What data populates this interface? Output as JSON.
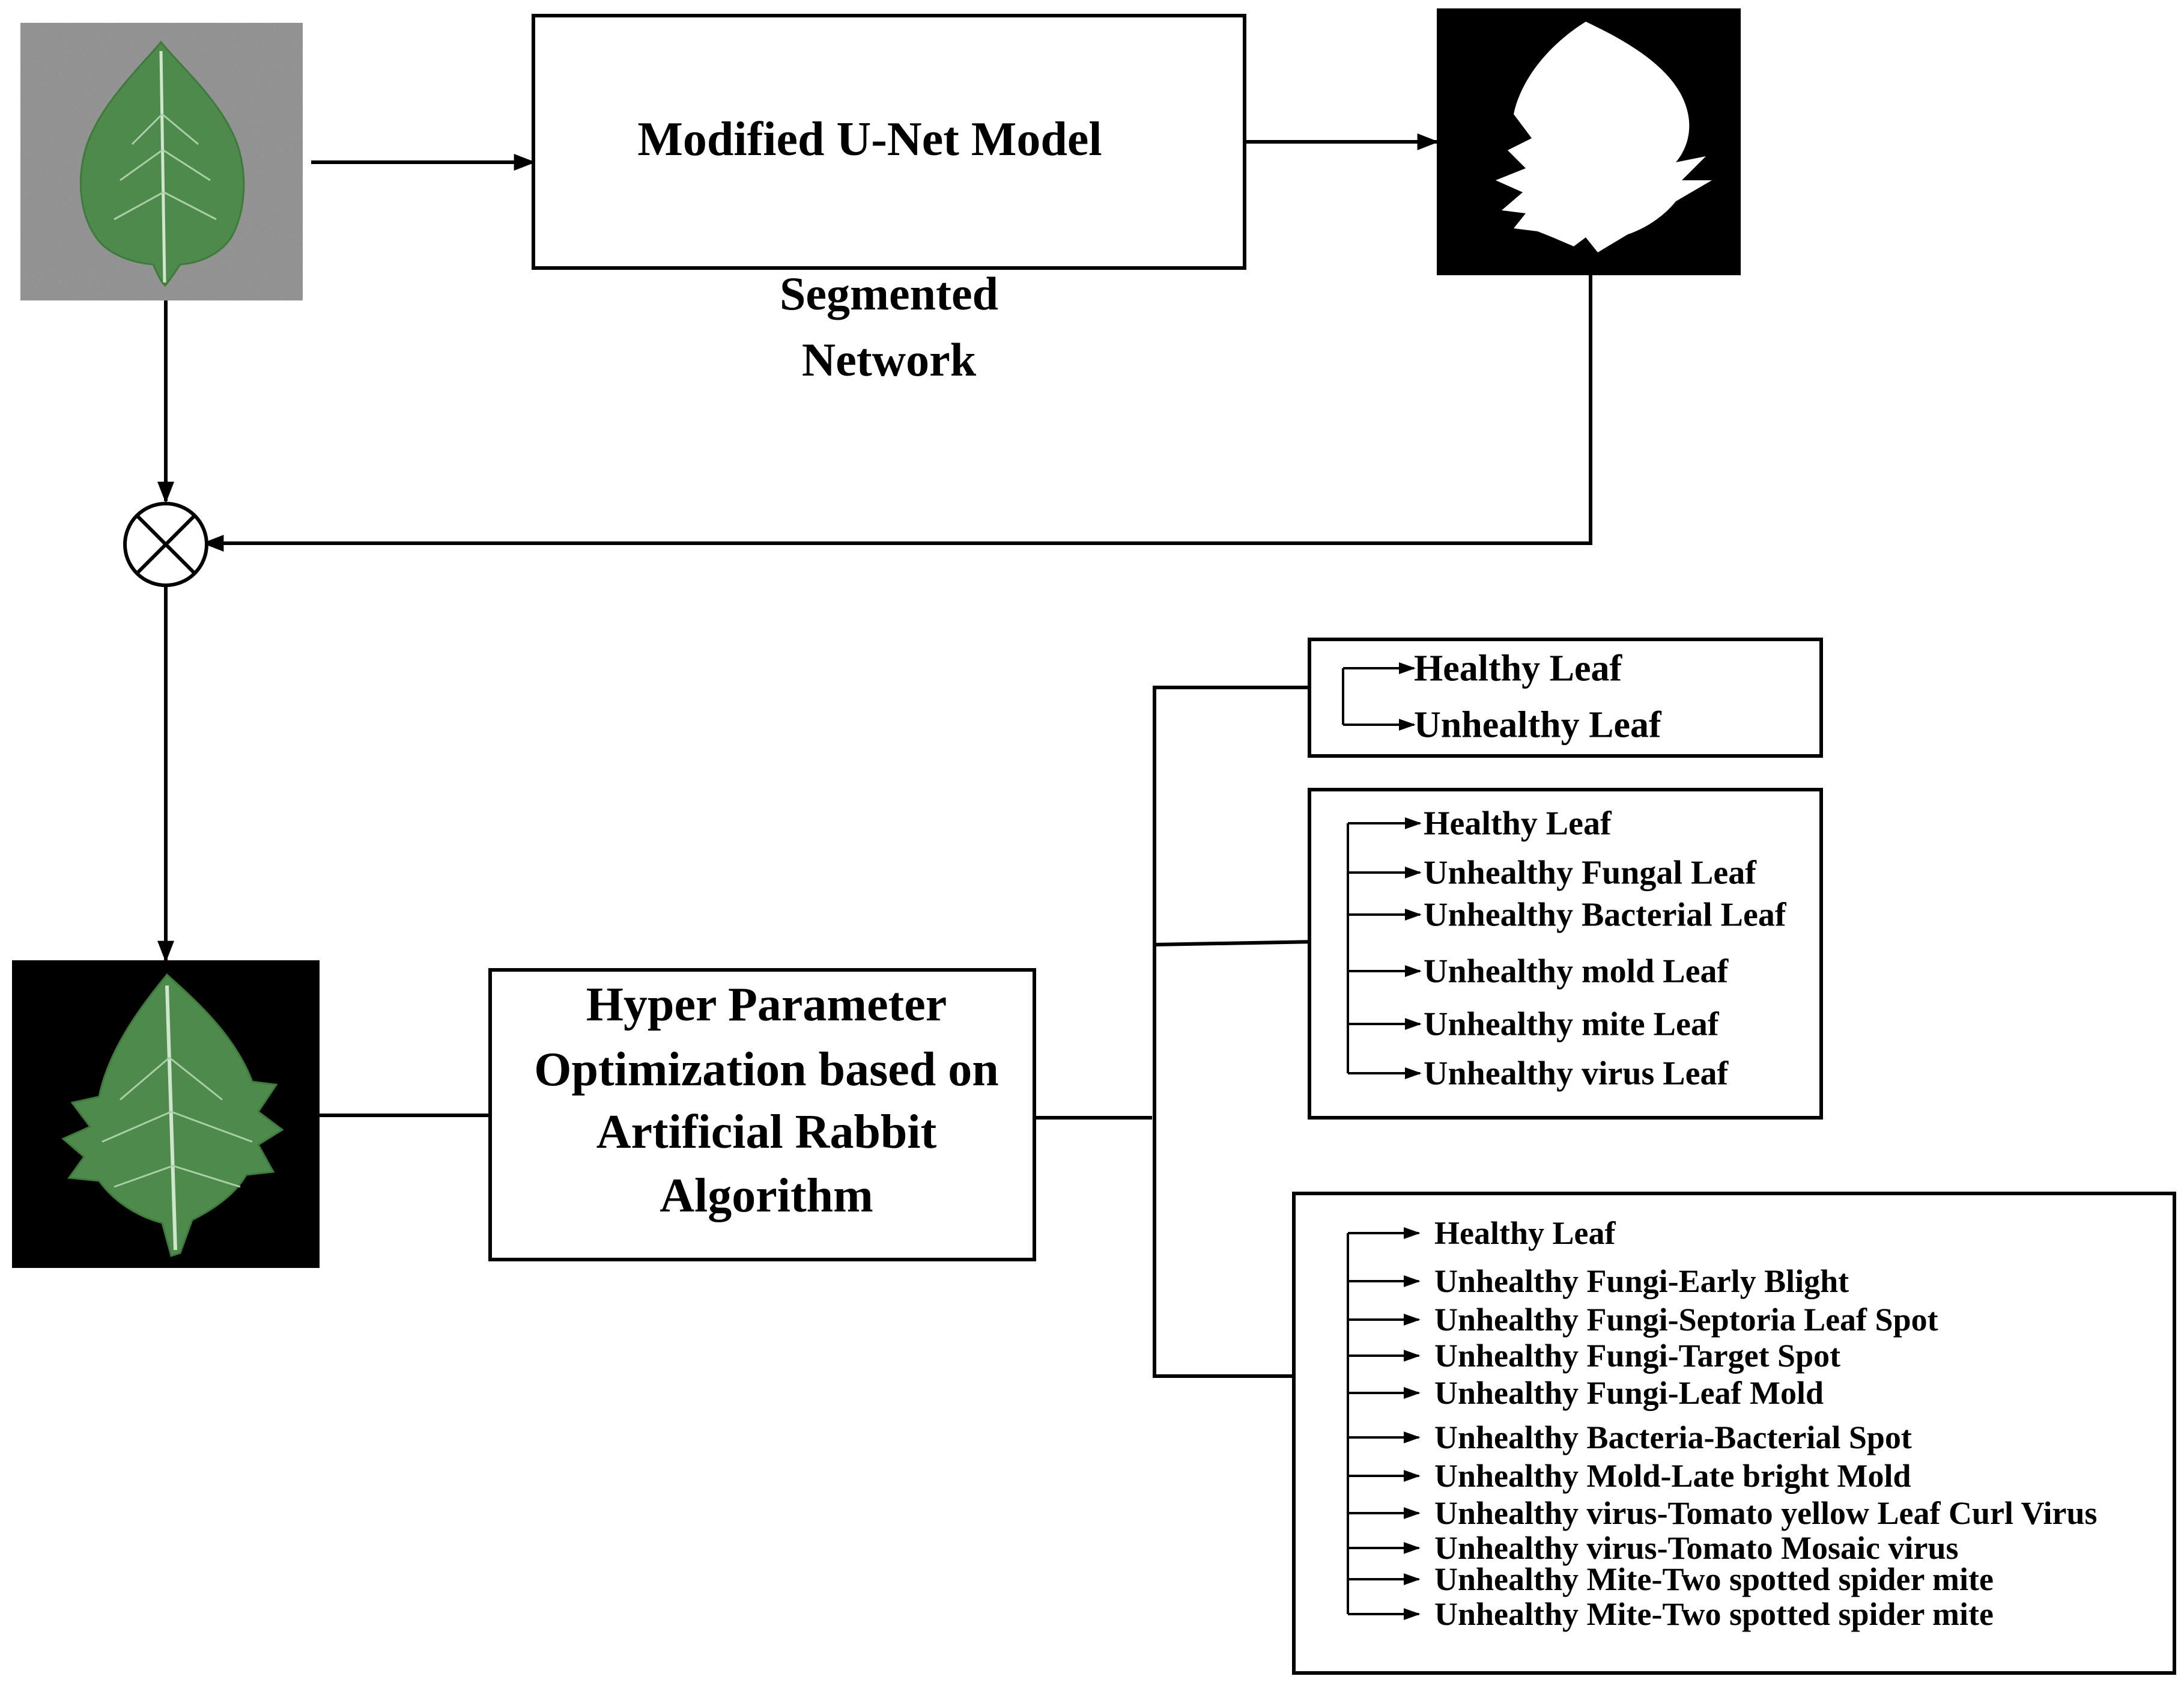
{
  "unet": {
    "title": "Modified U-Net Model",
    "caption_line1": "Segmented",
    "caption_line2": "Network"
  },
  "optimizer": {
    "line1": "Hyper Parameter",
    "line2": "Optimization based on",
    "line3": "Artificial Rabbit",
    "line4": "Algorithm"
  },
  "images": [
    {
      "label": "input-leaf-image",
      "description": "leaf photo on gray background"
    },
    {
      "label": "segmentation-mask",
      "description": "white leaf silhouette on black"
    },
    {
      "label": "segmented-leaf-image",
      "description": "leaf on black background"
    }
  ],
  "groups": [
    {
      "labels": [
        "Healthy Leaf",
        "Unhealthy Leaf"
      ]
    },
    {
      "labels": [
        "Healthy Leaf",
        "Unhealthy Fungal Leaf",
        "Unhealthy Bacterial Leaf",
        "Unhealthy mold Leaf",
        "Unhealthy mite Leaf",
        "Unhealthy virus Leaf"
      ]
    },
    {
      "labels": [
        "Healthy Leaf",
        "Unhealthy Fungi-Early Blight",
        "Unhealthy Fungi-Septoria Leaf Spot",
        "Unhealthy Fungi-Target Spot",
        "Unhealthy Fungi-Leaf Mold",
        "Unhealthy Bacteria-Bacterial Spot",
        "Unhealthy Mold-Late bright Mold",
        "Unhealthy virus-Tomato yellow Leaf Curl Virus",
        "Unhealthy virus-Tomato Mosaic virus",
        "Unhealthy Mite-Two spotted spider mite",
        "Unhealthy Mite-Two spotted spider mite"
      ]
    }
  ],
  "colors": {
    "leaf_green": "#4e8a4c",
    "leaf_vein": "#cfe5cc",
    "photo_background": "#8a8a8a",
    "mask_background": "#000000",
    "mask_foreground": "#ffffff"
  }
}
